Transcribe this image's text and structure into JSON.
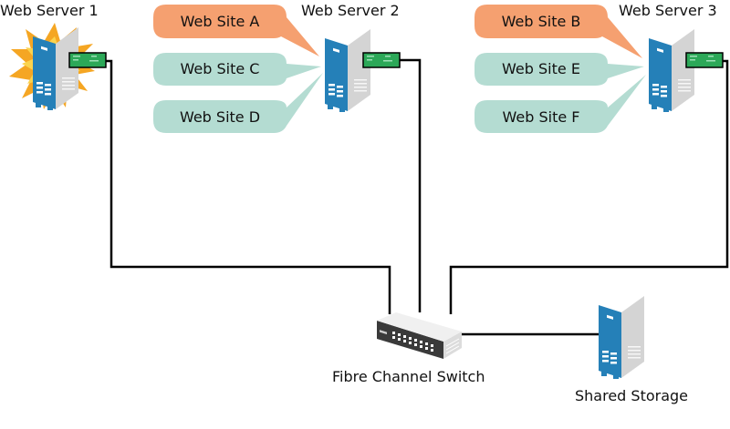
{
  "servers": [
    {
      "id": "ws1",
      "label": "Web Server 1",
      "status": "failed"
    },
    {
      "id": "ws2",
      "label": "Web Server 2"
    },
    {
      "id": "ws3",
      "label": "Web Server 3"
    }
  ],
  "sites": [
    {
      "label": "Web Site A",
      "server": "ws2",
      "state": "failed-over"
    },
    {
      "label": "Web Site C",
      "server": "ws2",
      "state": "normal"
    },
    {
      "label": "Web Site D",
      "server": "ws2",
      "state": "normal"
    },
    {
      "label": "Web Site B",
      "server": "ws3",
      "state": "failed-over"
    },
    {
      "label": "Web Site E",
      "server": "ws3",
      "state": "normal"
    },
    {
      "label": "Web Site F",
      "server": "ws3",
      "state": "normal"
    }
  ],
  "switch": {
    "label": "Fibre Channel Switch"
  },
  "storage": {
    "label": "Shared Storage"
  },
  "colors": {
    "failed_over_bubble": "#f5a070",
    "normal_bubble": "#b4dcd2",
    "server_front": "#2580b8",
    "server_side": "#d2d2d2",
    "hba_card": "#2ca858",
    "burst": "#f5a623",
    "cable": "#000000"
  }
}
